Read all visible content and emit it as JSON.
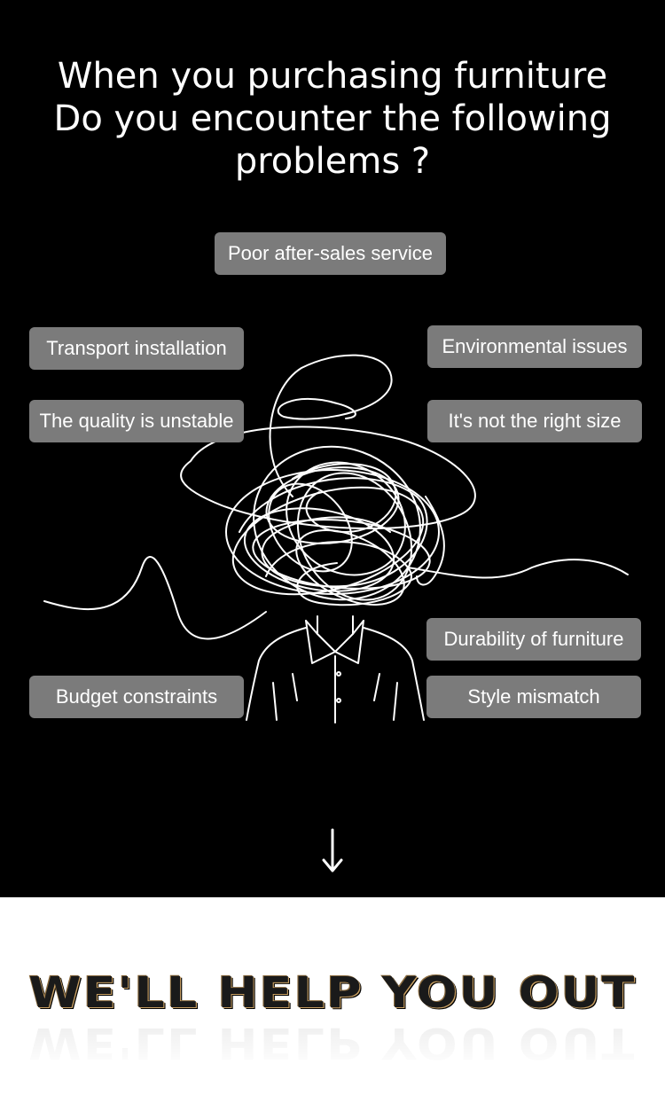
{
  "headline": {
    "line1": "When you purchasing furniture",
    "line2": "Do you encounter the following",
    "line3": "problems ?"
  },
  "tags": {
    "after_sales": "Poor after-sales service",
    "transport": "Transport  installation",
    "environmental": "Environmental issues",
    "quality": "The quality is unstable",
    "size": "It's not the right size",
    "durability": "Durability of furniture",
    "budget": "Budget constraints",
    "style": "Style mismatch"
  },
  "slogan": "WE'LL HELP YOU OUT",
  "colors": {
    "background_top": "#000000",
    "tag_fill": "#7b7b7b",
    "text_light": "#ffffff",
    "slogan_edge": "#c9a063"
  },
  "icons": {
    "arrow": "arrow-down-icon",
    "figure": "tangled-head-person-illustration"
  }
}
